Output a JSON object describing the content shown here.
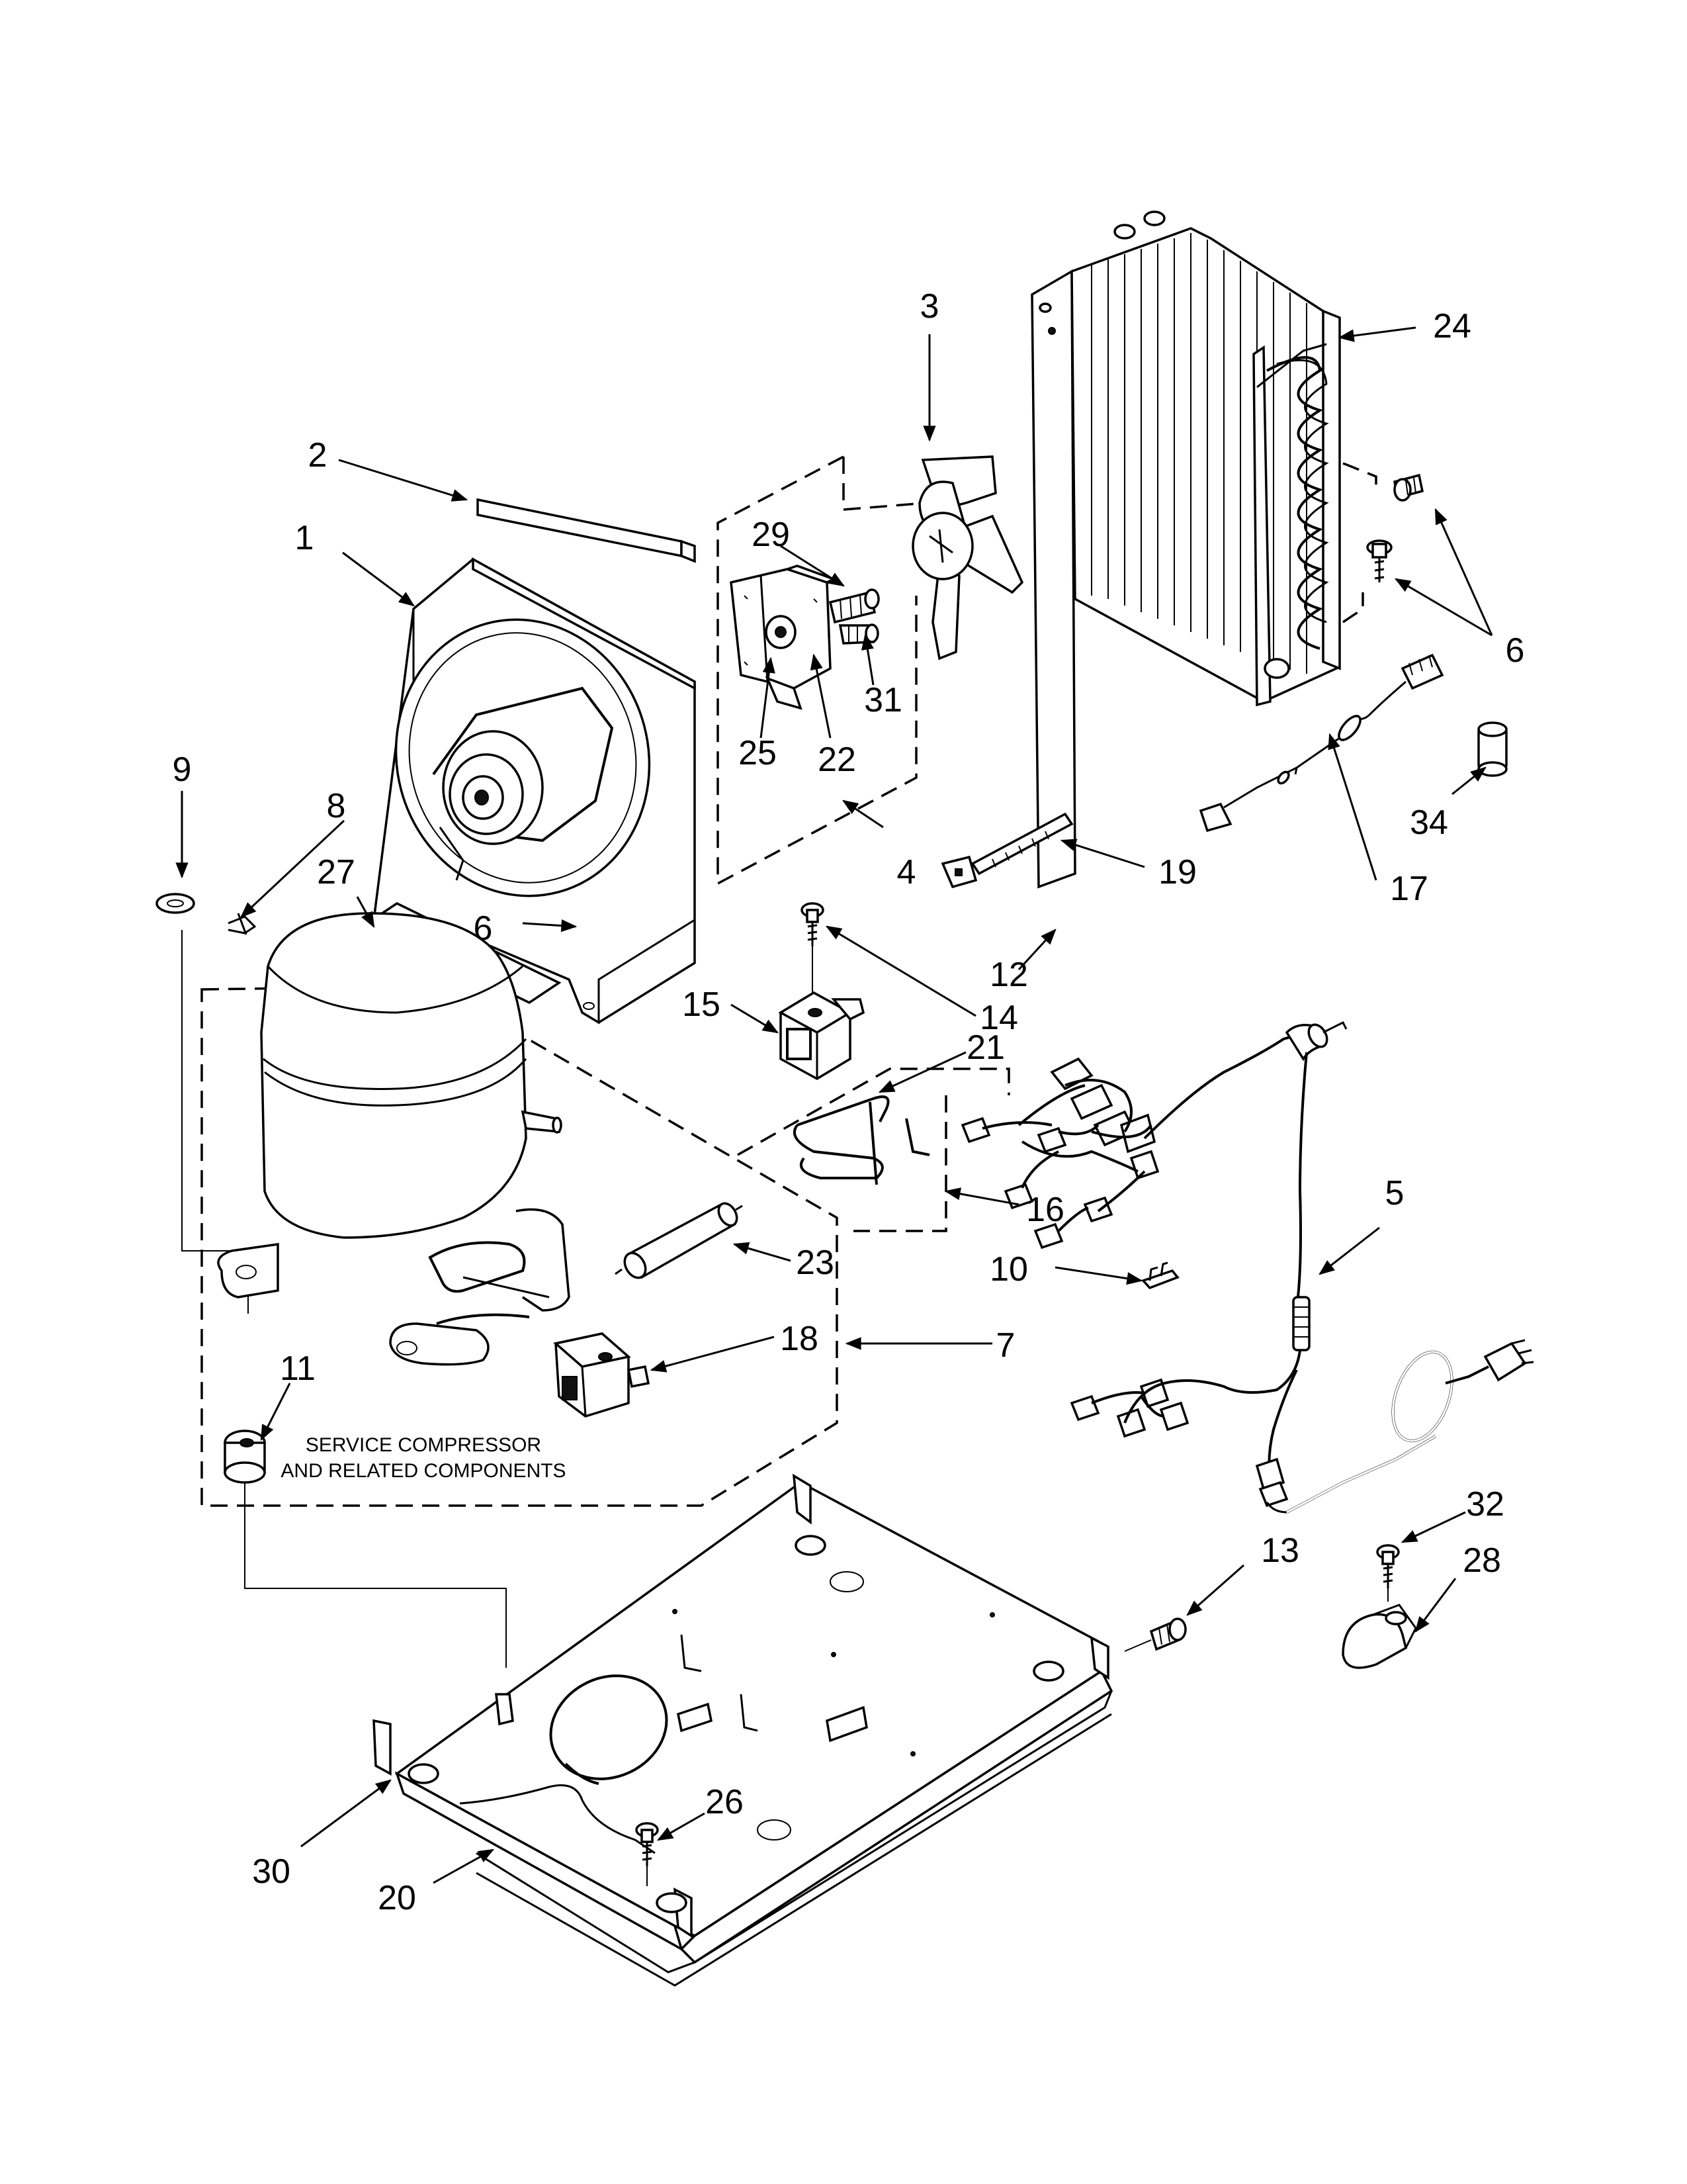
{
  "diagram": {
    "callouts": [
      {
        "id": "c1",
        "label": "1"
      },
      {
        "id": "c2",
        "label": "2"
      },
      {
        "id": "c3",
        "label": "3"
      },
      {
        "id": "c4",
        "label": "4"
      },
      {
        "id": "c5",
        "label": "5"
      },
      {
        "id": "c6a",
        "label": "6"
      },
      {
        "id": "c6b",
        "label": "6"
      },
      {
        "id": "c7",
        "label": "7"
      },
      {
        "id": "c8",
        "label": "8"
      },
      {
        "id": "c9",
        "label": "9"
      },
      {
        "id": "c10",
        "label": "10"
      },
      {
        "id": "c11",
        "label": "11"
      },
      {
        "id": "c12",
        "label": "12"
      },
      {
        "id": "c13",
        "label": "13"
      },
      {
        "id": "c14",
        "label": "14"
      },
      {
        "id": "c15",
        "label": "15"
      },
      {
        "id": "c16",
        "label": "16"
      },
      {
        "id": "c17",
        "label": "17"
      },
      {
        "id": "c18",
        "label": "18"
      },
      {
        "id": "c19",
        "label": "19"
      },
      {
        "id": "c20",
        "label": "20"
      },
      {
        "id": "c21",
        "label": "21"
      },
      {
        "id": "c22",
        "label": "22"
      },
      {
        "id": "c23",
        "label": "23"
      },
      {
        "id": "c24",
        "label": "24"
      },
      {
        "id": "c25",
        "label": "25"
      },
      {
        "id": "c26",
        "label": "26"
      },
      {
        "id": "c27",
        "label": "27"
      },
      {
        "id": "c28",
        "label": "28"
      },
      {
        "id": "c29",
        "label": "29"
      },
      {
        "id": "c30",
        "label": "30"
      },
      {
        "id": "c31",
        "label": "31"
      },
      {
        "id": "c32",
        "label": "32"
      },
      {
        "id": "c34",
        "label": "34"
      }
    ],
    "note_line1": "SERVICE COMPRESSOR",
    "note_line2": "AND RELATED COMPONENTS"
  }
}
